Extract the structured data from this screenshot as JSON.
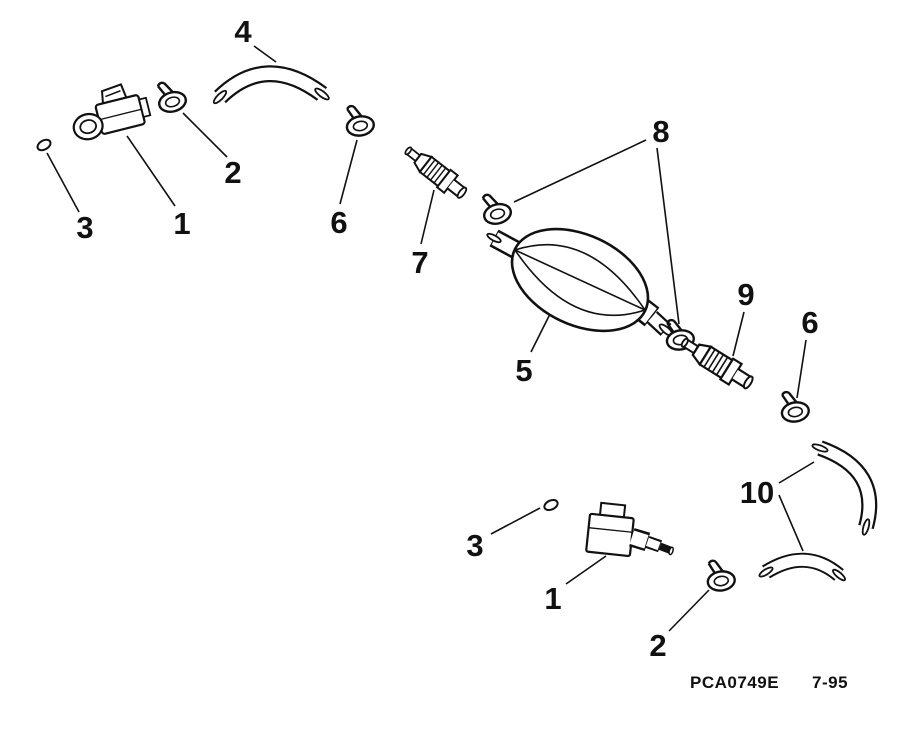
{
  "callouts": {
    "hose_top": "4",
    "oring_top": "3",
    "connector_top": "1",
    "clamp_top": "2",
    "clamp_mid": "6",
    "fitting_mid": "7",
    "clamps_bulb": "8",
    "primer_bulb": "5",
    "fitting_right": "9",
    "clamp_right": "6",
    "hoses_right": "10",
    "oring_bottom": "3",
    "connector_bottom": "1",
    "clamp_bottom": "2"
  },
  "footer": {
    "drawing_code": "PCA0749E",
    "revision_date": "7-95"
  }
}
